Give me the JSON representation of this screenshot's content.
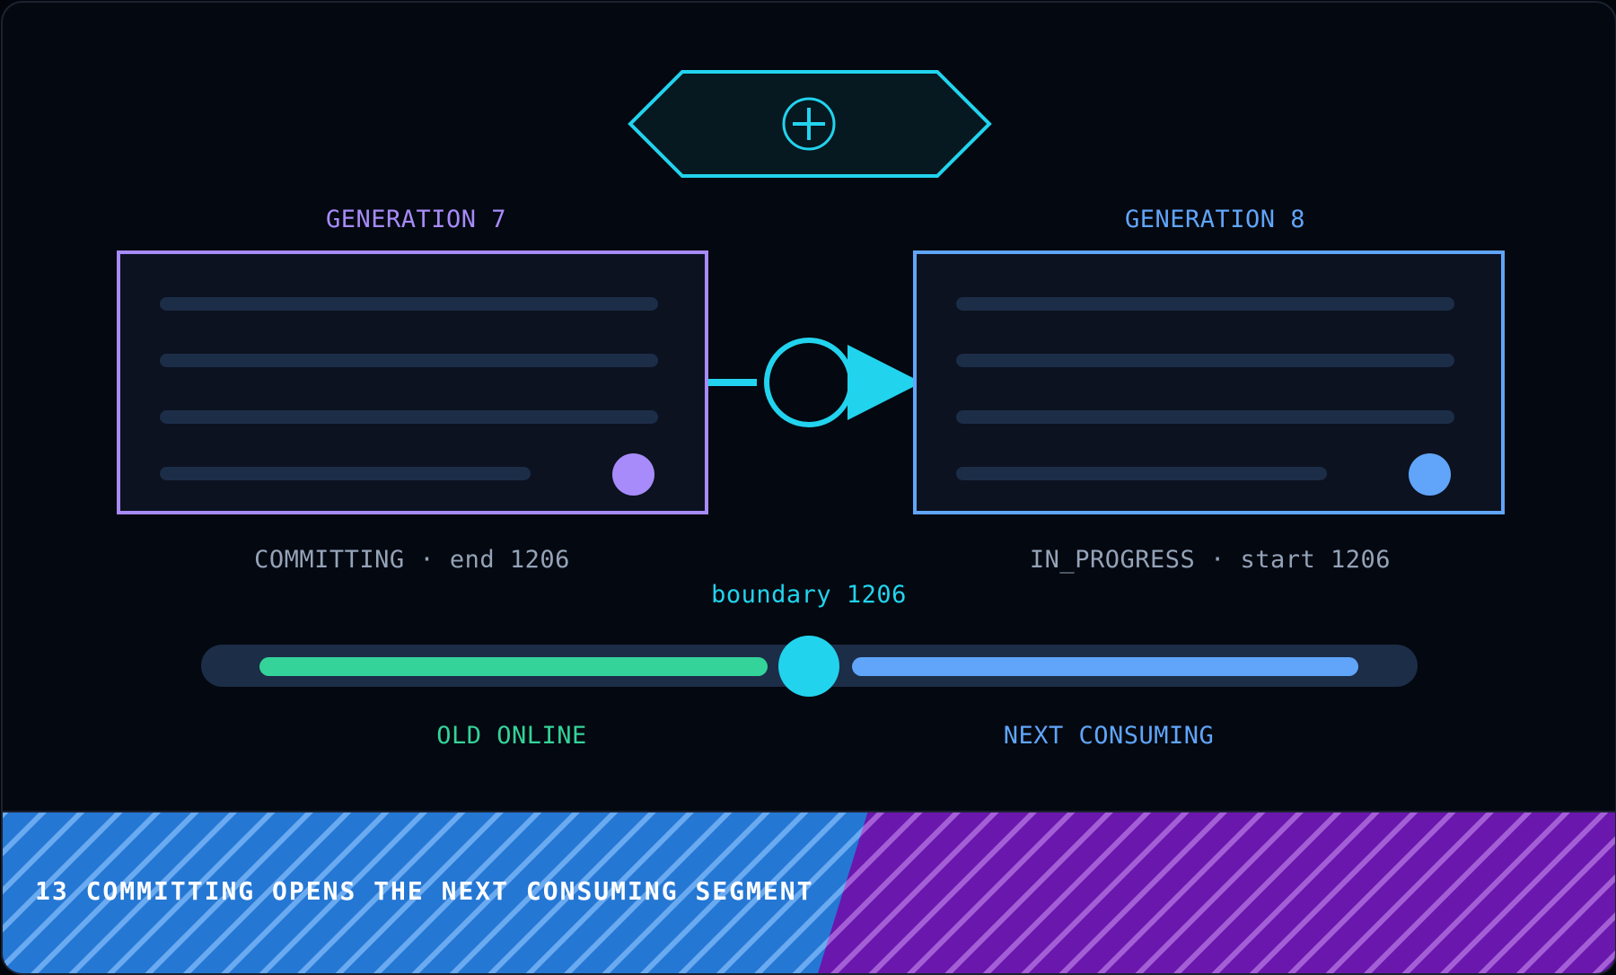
{
  "colors": {
    "accent": "#22d3ee",
    "gen7": "#a78bfa",
    "gen8": "#60a5fa",
    "online": "#34d399",
    "consuming": "#60a5fa",
    "muted": "#94a3b8",
    "banner_left": "#2577d4",
    "banner_right": "#6a17ad"
  },
  "header_icon": "plus-circle-icon",
  "segments": {
    "left": {
      "title": "GENERATION 7",
      "status": "COMMITTING · end 1206"
    },
    "right": {
      "title": "GENERATION 8",
      "status": "IN_PROGRESS · start 1206"
    }
  },
  "transition_icon": "circle-arrow-right-icon",
  "boundary": {
    "label": "boundary 1206"
  },
  "timeline": {
    "left_label": "OLD ONLINE",
    "right_label": "NEXT CONSUMING"
  },
  "banner": {
    "step": "13",
    "text": "COMMITTING OPENS THE NEXT CONSUMING SEGMENT"
  }
}
